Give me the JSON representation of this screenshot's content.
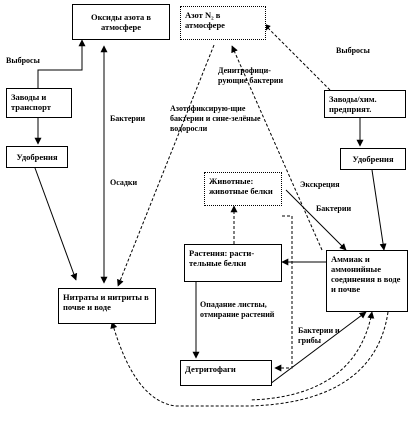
{
  "nodes": {
    "nitrogen_oxides": "Оксиды азота в атмосфере",
    "nitrogen_atm": "Азот N₂ в атмосфере",
    "plants_transport": "Заводы и транспорт",
    "industrial_plants": "Заводы/хим. предприят.",
    "fertilizers_left": "Удобрения",
    "fertilizers_right": "Удобрения",
    "animal_proteins": "Животные: животные белки",
    "plant_proteins": "Растения: расти-тельные белки",
    "ammonia": "Аммиак и аммонийные соединения в воде и почве",
    "nitrates": "Нитраты и нитриты в почве и воде",
    "detritivores": "Детритофаги"
  },
  "labels": {
    "emissions_left": "Выбросы",
    "emissions_right": "Выбросы",
    "bacteria_1": "Бактерии",
    "precipitation": "Осадки",
    "denitrifying": "Денитрофици-рующие бактерии",
    "nitrogen_fixing": "Азотофиксирую-щие бактерии и сине-зелёные водоросли",
    "excretion": "Экскреция",
    "bacteria_2": "Бактерии",
    "leaf_fall": "Опадание листвы, отмирание растений",
    "bacteria_fungi": "Бактерии и грибы"
  }
}
